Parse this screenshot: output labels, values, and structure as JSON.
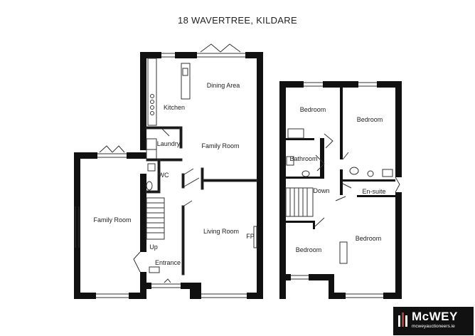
{
  "title": "18 WAVERTREE, KILDARE",
  "rooms": {
    "dining_area": "Dining Area",
    "kitchen": "Kitchen",
    "laundry": "Laundry",
    "family_room_main": "Family Room",
    "wc": "WC",
    "family_room_left": "Family Room",
    "up": "Up",
    "entrance": "Entrance",
    "living_room": "Living Room",
    "fp": "FP",
    "bedroom_top_left": "Bedroom",
    "bedroom_top_right": "Bedroom",
    "bathroom": "Bathroom",
    "down": "Down",
    "en_suite": "En-suite",
    "bedroom_bottom_right": "Bedroom",
    "bedroom_bottom_left": "Bedroom"
  },
  "logo": {
    "name": "McWEY",
    "website": "mcweyauctioneers.ie",
    "colors": {
      "background": "#111111",
      "accent": "#c0392b"
    }
  },
  "colors": {
    "wall": "#111111",
    "line": "#333333",
    "background": "#ffffff"
  }
}
